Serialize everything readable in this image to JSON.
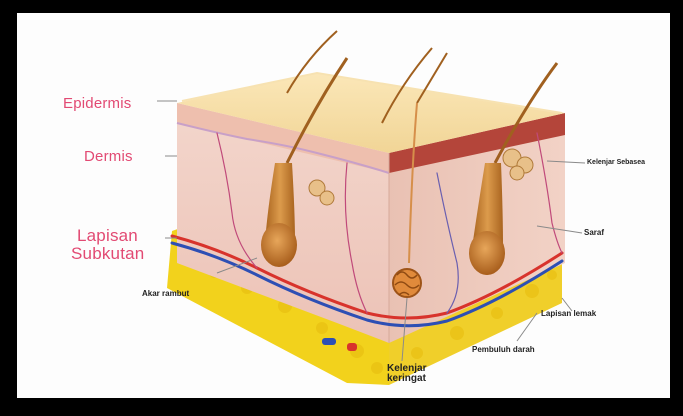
{
  "labels": {
    "epidermis": "Epidermis",
    "dermis": "Dermis",
    "lapisan_subkutan_line1": "Lapisan",
    "lapisan_subkutan_line2": "Subkutan",
    "akar_rambut": "Akar rambut",
    "kelenjar_keringat_line1": "Kelenjar",
    "kelenjar_keringat_line2": "keringat",
    "pembuluh_darah": "Pembuluh darah",
    "lapisan_lemak": "Lapisan lemak",
    "saraf": "Saraf",
    "kelenjar_sebasea": "Kelenjar Sebasea"
  },
  "colors": {
    "frame": "#000000",
    "background": "#fdfdfd",
    "label_pink": "#e24a73",
    "label_dark": "#222222",
    "skin_surface": "#f5d9a0",
    "dermis": "#f1cfc4",
    "subcutan_fat": "#f2d21c",
    "hair": "#c27a2c",
    "artery": "#d8332c",
    "vein": "#2d4fb4"
  }
}
